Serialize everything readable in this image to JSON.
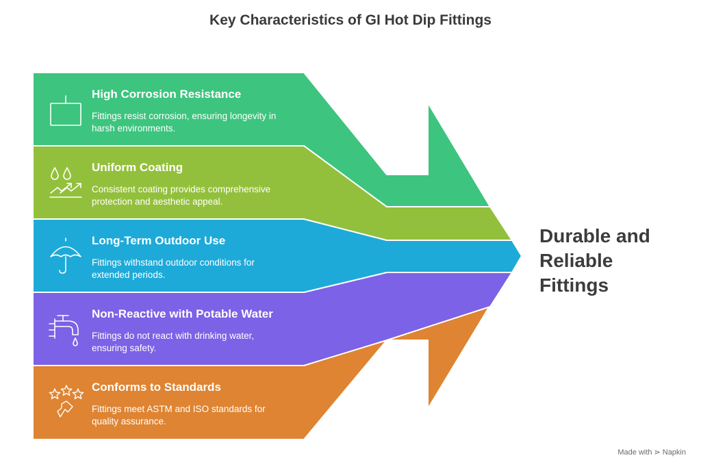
{
  "title": "Key Characteristics of GI Hot Dip Fittings",
  "items": [
    {
      "title": "High Corrosion Resistance",
      "description_lines": [
        "Fittings resist corrosion, ensuring longevity in",
        "harsh environments."
      ],
      "icon": "frame-icon",
      "color": "#3dc47e"
    },
    {
      "title": "Uniform Coating",
      "description_lines": [
        "Consistent coating provides comprehensive",
        "protection and aesthetic appeal."
      ],
      "icon": "droplets-trend-icon",
      "color": "#93c03c"
    },
    {
      "title": "Long-Term Outdoor Use",
      "description_lines": [
        "Fittings withstand outdoor conditions for",
        "extended periods."
      ],
      "icon": "umbrella-icon",
      "color": "#1eaad8"
    },
    {
      "title": "Non-Reactive with Potable Water",
      "description_lines": [
        "Fittings do not react with drinking water,",
        "ensuring safety."
      ],
      "icon": "faucet-icon",
      "color": "#7b62e6"
    },
    {
      "title": "Conforms to Standards",
      "description_lines": [
        "Fittings meet ASTM and ISO standards for",
        "quality assurance."
      ],
      "icon": "stars-badge-icon",
      "color": "#de8432"
    }
  ],
  "result": {
    "lines": [
      "Durable and",
      "Reliable",
      "Fittings"
    ]
  },
  "footer": {
    "text": "Made with",
    "brand": "Napkin"
  }
}
